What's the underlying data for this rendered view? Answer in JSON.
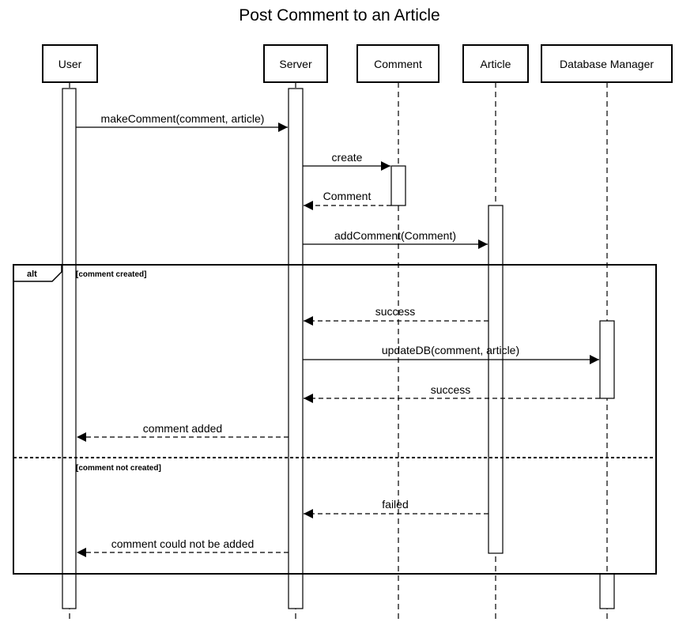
{
  "diagram": {
    "title": "Post Comment to an Article",
    "participants": [
      {
        "id": "user",
        "label": "User"
      },
      {
        "id": "server",
        "label": "Server"
      },
      {
        "id": "comment",
        "label": "Comment"
      },
      {
        "id": "article",
        "label": "Article"
      },
      {
        "id": "dbm",
        "label": "Database Manager"
      }
    ],
    "messages": [
      {
        "id": "m1",
        "label": "makeComment(comment, article)",
        "from": "user",
        "to": "server",
        "kind": "sync"
      },
      {
        "id": "m2",
        "label": "create",
        "from": "server",
        "to": "comment",
        "kind": "sync"
      },
      {
        "id": "m3",
        "label": "Comment",
        "from": "comment",
        "to": "server",
        "kind": "return"
      },
      {
        "id": "m4",
        "label": "addComment(Comment)",
        "from": "server",
        "to": "article",
        "kind": "sync"
      },
      {
        "id": "m5",
        "label": "success",
        "from": "article",
        "to": "server",
        "kind": "return"
      },
      {
        "id": "m6",
        "label": "updateDB(comment, article)",
        "from": "server",
        "to": "dbm",
        "kind": "sync"
      },
      {
        "id": "m7",
        "label": "success",
        "from": "dbm",
        "to": "server",
        "kind": "return"
      },
      {
        "id": "m8",
        "label": "comment added",
        "from": "server",
        "to": "user",
        "kind": "return"
      },
      {
        "id": "m9",
        "label": "failed",
        "from": "article",
        "to": "server",
        "kind": "return"
      },
      {
        "id": "m10",
        "label": "comment could not be added",
        "from": "server",
        "to": "user",
        "kind": "return"
      }
    ],
    "fragment": {
      "operator": "alt",
      "guard1": "[comment created]",
      "guard2": "[comment not created]"
    }
  }
}
